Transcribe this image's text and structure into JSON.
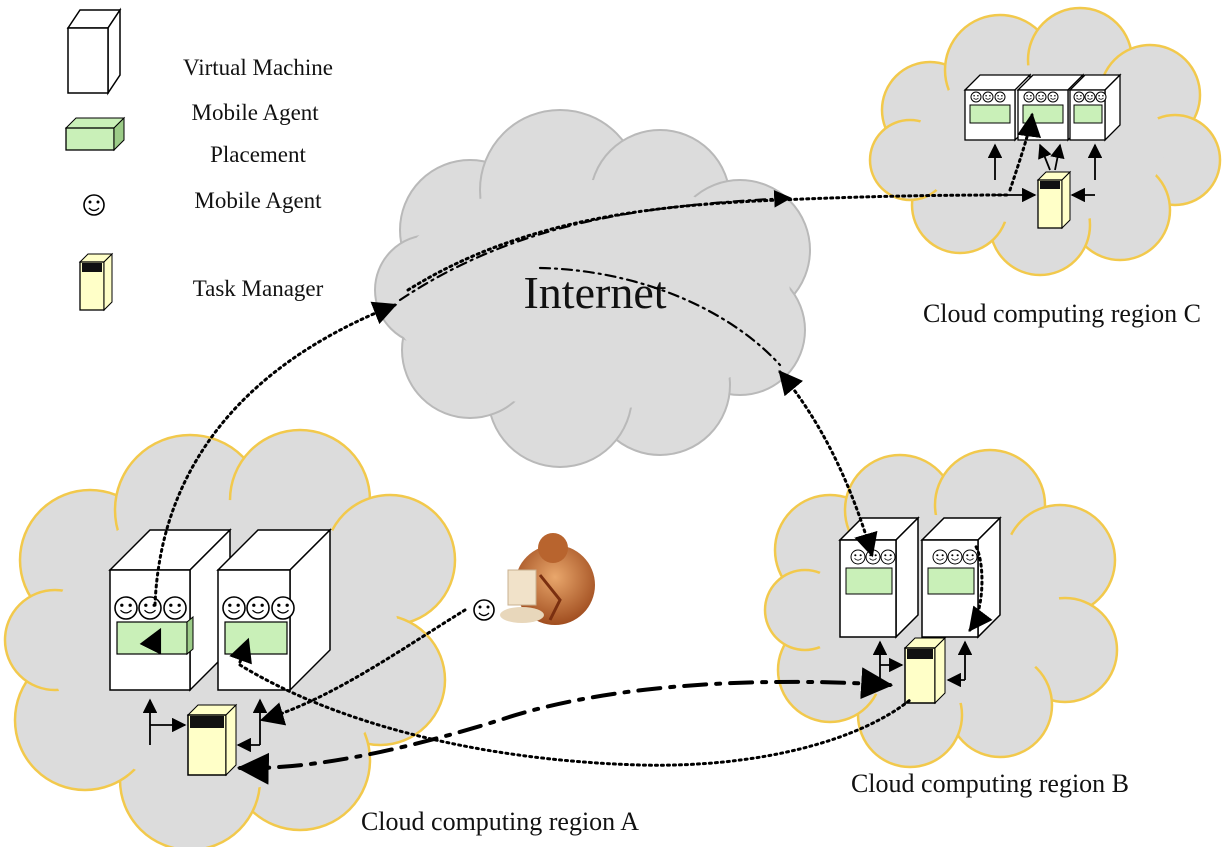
{
  "legend": {
    "virtual_machine": "Virtual Machine",
    "placement": "Mobile Agent\nPlacement",
    "mobile_agent": "Mobile Agent",
    "task_manager": "Task Manager"
  },
  "internet_label": "Internet",
  "regions": {
    "a": "Cloud computing region A",
    "b": "Cloud computing region B",
    "c": "Cloud computing region C"
  },
  "colors": {
    "cloud_fill": "#dcdcdc",
    "region_outline": "#f2c94c",
    "internet_outline": "#b9b9b9",
    "placement_fill": "#c9f0b8",
    "task_manager_fill": "#ffffc8",
    "task_manager_top": "#111111"
  }
}
